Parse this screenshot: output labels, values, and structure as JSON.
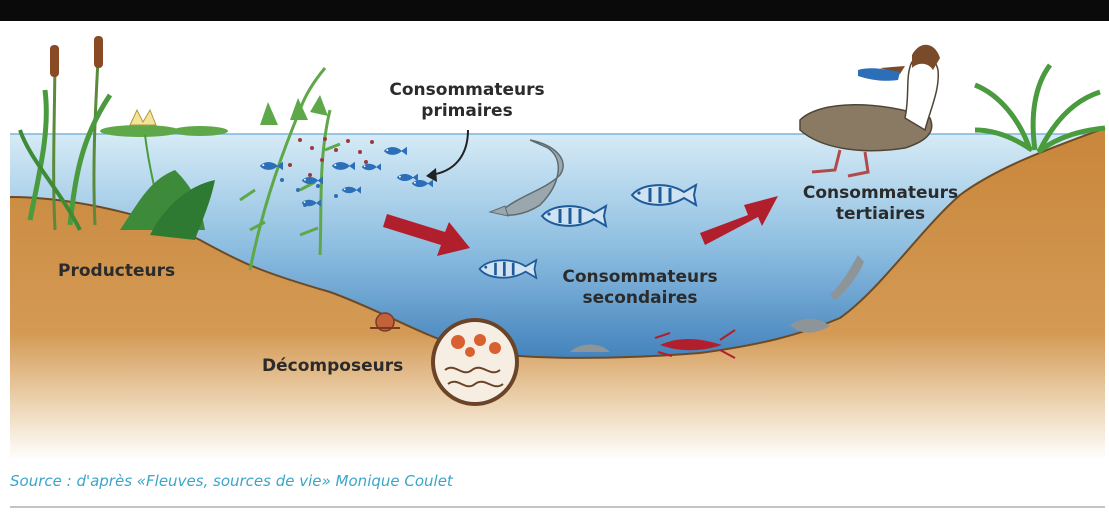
{
  "labels": {
    "primaires": [
      "Consommateurs",
      "primaires"
    ],
    "tertiaires": [
      "Consommateurs",
      "tertiaires"
    ],
    "secondaires": [
      "Consommateurs",
      "secondaires"
    ],
    "producteurs": "Producteurs",
    "decomposeurs": "Décomposeurs"
  },
  "source": "Source : d'après «Fleuves, sources de vie» Monique Coulet",
  "colors": {
    "water_top": "#cfe6f3",
    "water_bottom": "#4f8fc4",
    "soil": "#c8863a",
    "soil_light": "#f3e8d6",
    "plant": "#4a9a3e",
    "fish_primary": "#2c6eb8",
    "arrow": "#b21f2c",
    "source_text": "#3aa6c8"
  },
  "icons": [
    "cattail-plant",
    "water-lily",
    "waterweed",
    "small-fish",
    "pike",
    "perch",
    "grebe",
    "crayfish",
    "snail",
    "decomposer-circle",
    "flow-arrow"
  ]
}
